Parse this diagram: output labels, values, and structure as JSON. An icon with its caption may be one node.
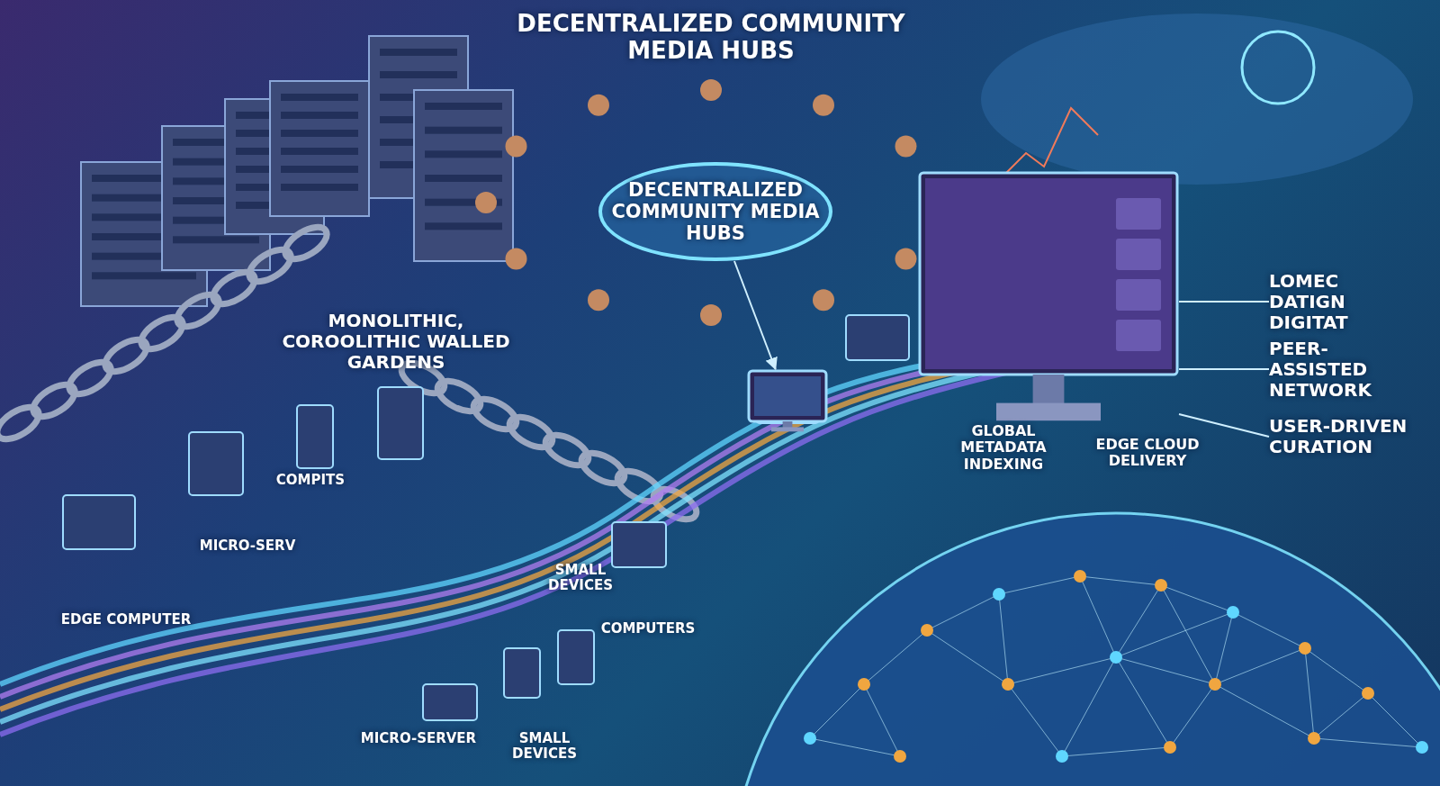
{
  "diagram": {
    "title": "DECENTRALIZED COMMUNITY MEDIA HUBS",
    "nodes": [
      {
        "text": [
          "DECENTRALIZED COMMUNITY MEDIA HUBS"
        ]
      },
      {
        "text": [],
        "shape": "picture"
      },
      {
        "text": [],
        "shape": "picture"
      },
      {
        "text": [
          "LOMEC DATIGN DIGITAT"
        ]
      },
      {
        "text": [
          "PEER-ASSISTED NETWORK"
        ]
      },
      {
        "text": [
          "USER-DRIVEN CURATION"
        ]
      }
    ],
    "edges": [
      {
        "from": 0,
        "to": 1,
        "arrow": "to"
      },
      {
        "from": 3,
        "to": 2,
        "arrow": "none"
      },
      {
        "from": 4,
        "to": 2,
        "arrow": "none"
      },
      {
        "from": 5,
        "to": 2,
        "arrow": "none"
      }
    ],
    "labels": [
      "MONOLITHIC, COROOLITHIC WALLED GARDENS",
      "COMPITS",
      "MICRO-SERV",
      "EDGE COMPUTER",
      "GLOBAL METADATA INDEXING",
      "EDGE CLOUD DELIVERY",
      "COMPUTERS",
      "SMALL DEVICES",
      "MICRO-SERVER",
      "SMALL DEVICES"
    ]
  }
}
